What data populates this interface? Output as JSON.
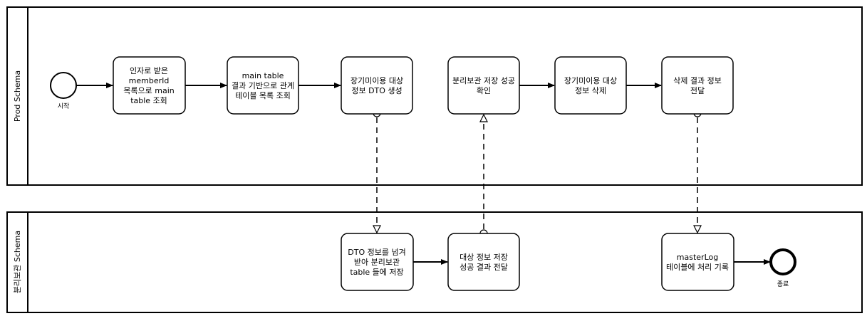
{
  "pools": {
    "prod": {
      "label": "Prod Schema"
    },
    "archive": {
      "label": "분리보관 Schema"
    }
  },
  "events": {
    "start": {
      "label": "시작"
    },
    "end": {
      "label": "종료"
    }
  },
  "tasks": {
    "query_main_table": [
      "인자로 받은",
      "memberId",
      "목록으로 main",
      "table 조회"
    ],
    "query_related_tables": [
      "main table",
      "결과 기반으로 관계",
      "테이블 목록 조회"
    ],
    "create_dto": [
      "장기미이용 대상",
      "정보 DTO 생성"
    ],
    "confirm_archive_success": [
      "분리보관 저장 성공",
      "확인"
    ],
    "delete_dormant_info": [
      "장기미이용 대상",
      "정보 삭제"
    ],
    "deliver_delete_result": [
      "삭제 결과 정보",
      "전달"
    ],
    "save_to_archive": [
      "DTO 정보를 넘겨",
      "받아 분리보관",
      "table 들에 저장"
    ],
    "deliver_save_result": [
      "대상 정보 저장",
      "성공 결과 전달"
    ],
    "record_master_log": [
      "masterLog",
      "테이블에 처리 기록"
    ]
  }
}
